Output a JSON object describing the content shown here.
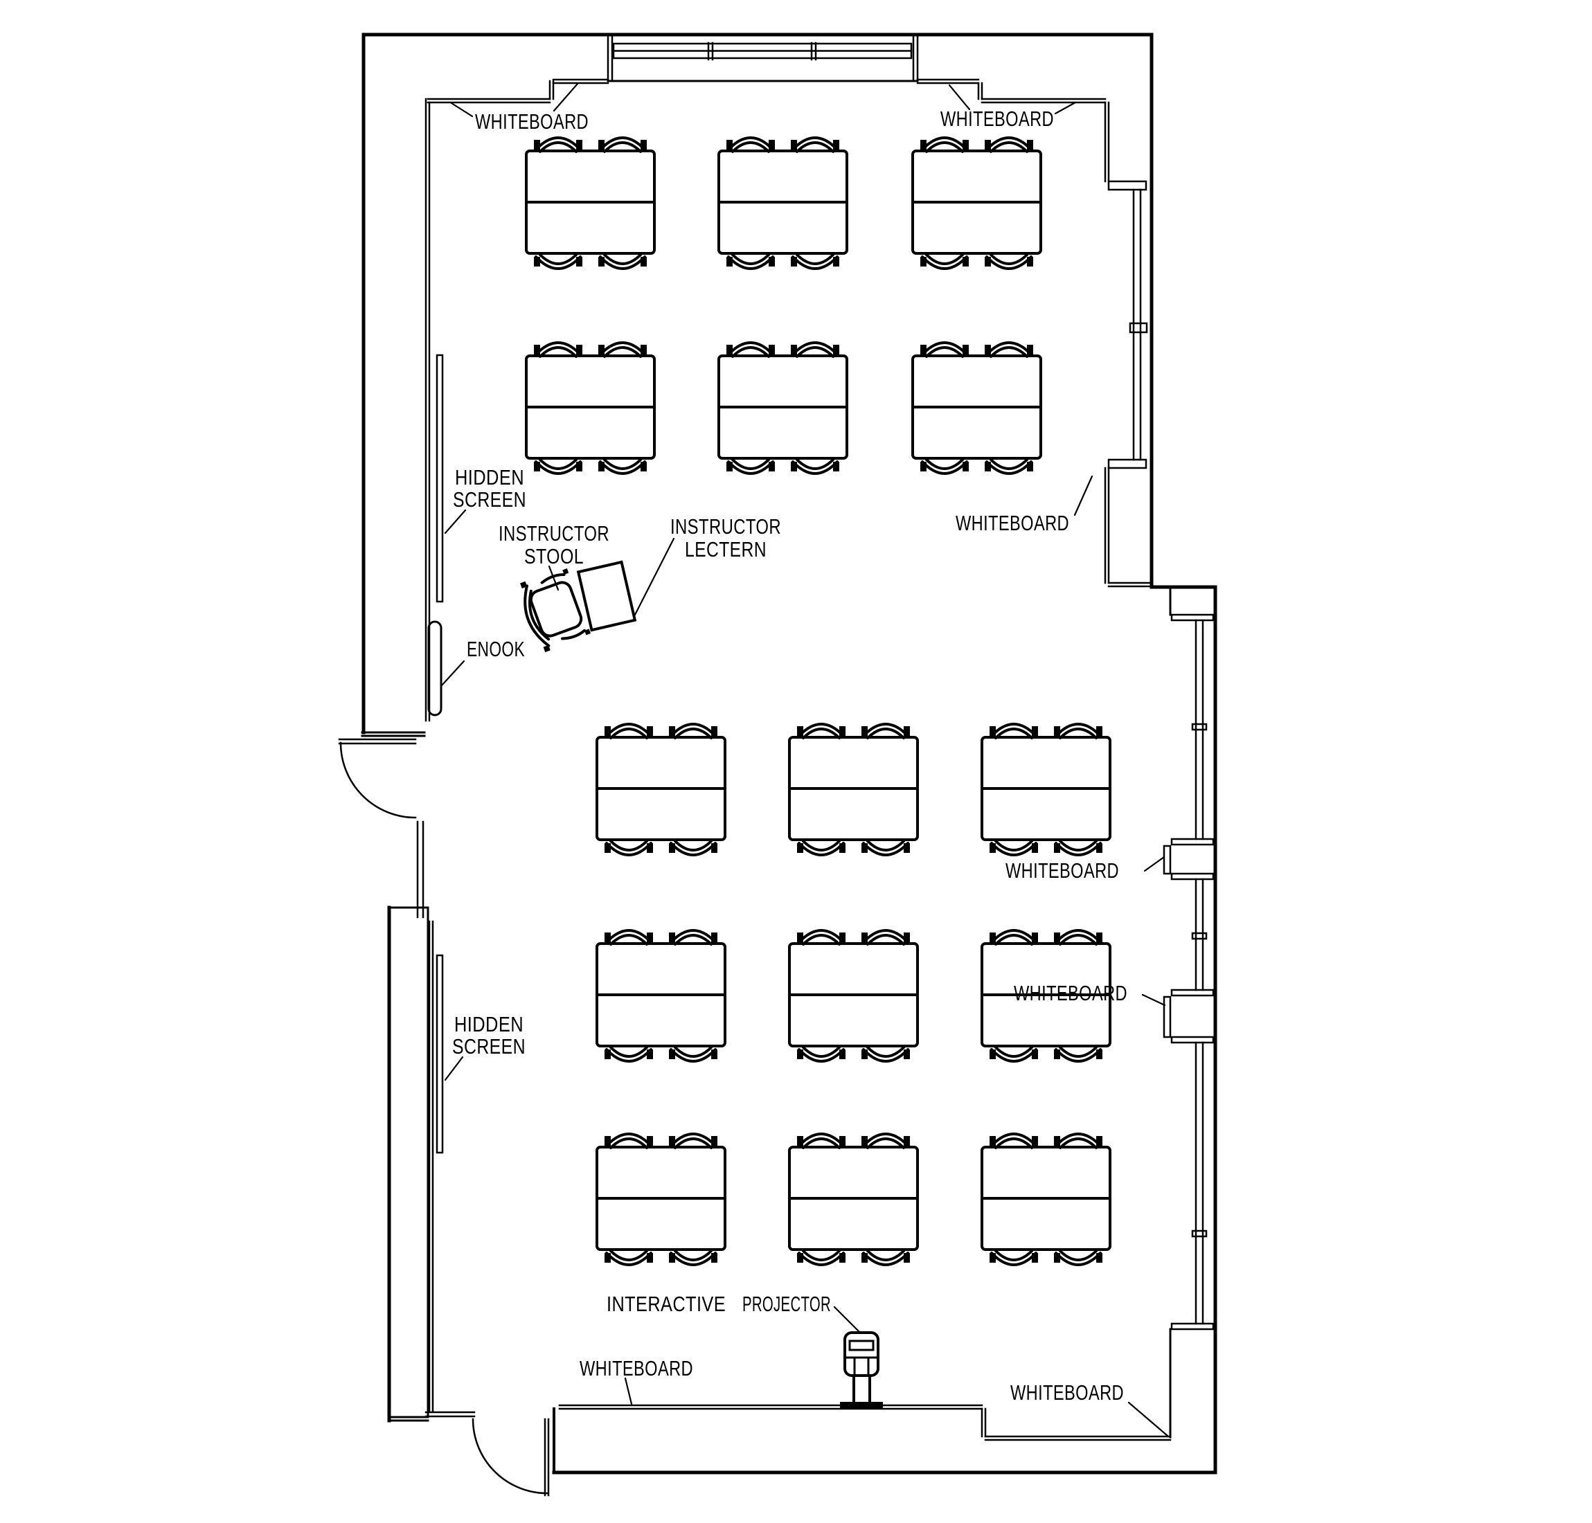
{
  "document": {
    "type": "architectural-floor-plan",
    "room": "classroom / training room",
    "style": "black line CAD drawing on white"
  },
  "labels": {
    "whiteboard": "WHITEBOARD",
    "whiteboard_positions": [
      "top-left-wall",
      "top-right-wall",
      "right-wall-upper",
      "right-wall-middle",
      "right-wall-lower",
      "bottom-left-wall",
      "bottom-right-wall"
    ],
    "hidden_screen": {
      "line1": "HIDDEN",
      "line2": "SCREEN"
    },
    "hidden_screen_positions": [
      "upper-left-wall",
      "lower-left-wall"
    ],
    "enook": "ENOOK",
    "instructor_stool": {
      "line1": "INSTRUCTOR",
      "line2": "STOOL"
    },
    "instructor_lectern": {
      "line1": "INSTRUCTOR",
      "line2": "LECTERN"
    },
    "interactive_projector": {
      "word1": "INTERACTIVE",
      "word2": "PROJECTOR"
    }
  },
  "furniture": {
    "table_groups_total": 15,
    "chairs_per_table_group": 4,
    "upper_zone_grid": "2 rows x 3 columns",
    "lower_zone_grid": "3 rows x 3 columns",
    "other_items": [
      "instructor stool",
      "instructor lectern",
      "enook bench",
      "interactive projector",
      "hidden screen x2"
    ]
  },
  "architecture": {
    "doors": 2,
    "door_positions": [
      "left-wall-middle",
      "bottom-left"
    ],
    "window_bays_right_wall": 4,
    "whiteboard_bay_top_wall_panels": 3
  },
  "colors": {
    "line": "#000000",
    "background": "#ffffff"
  }
}
